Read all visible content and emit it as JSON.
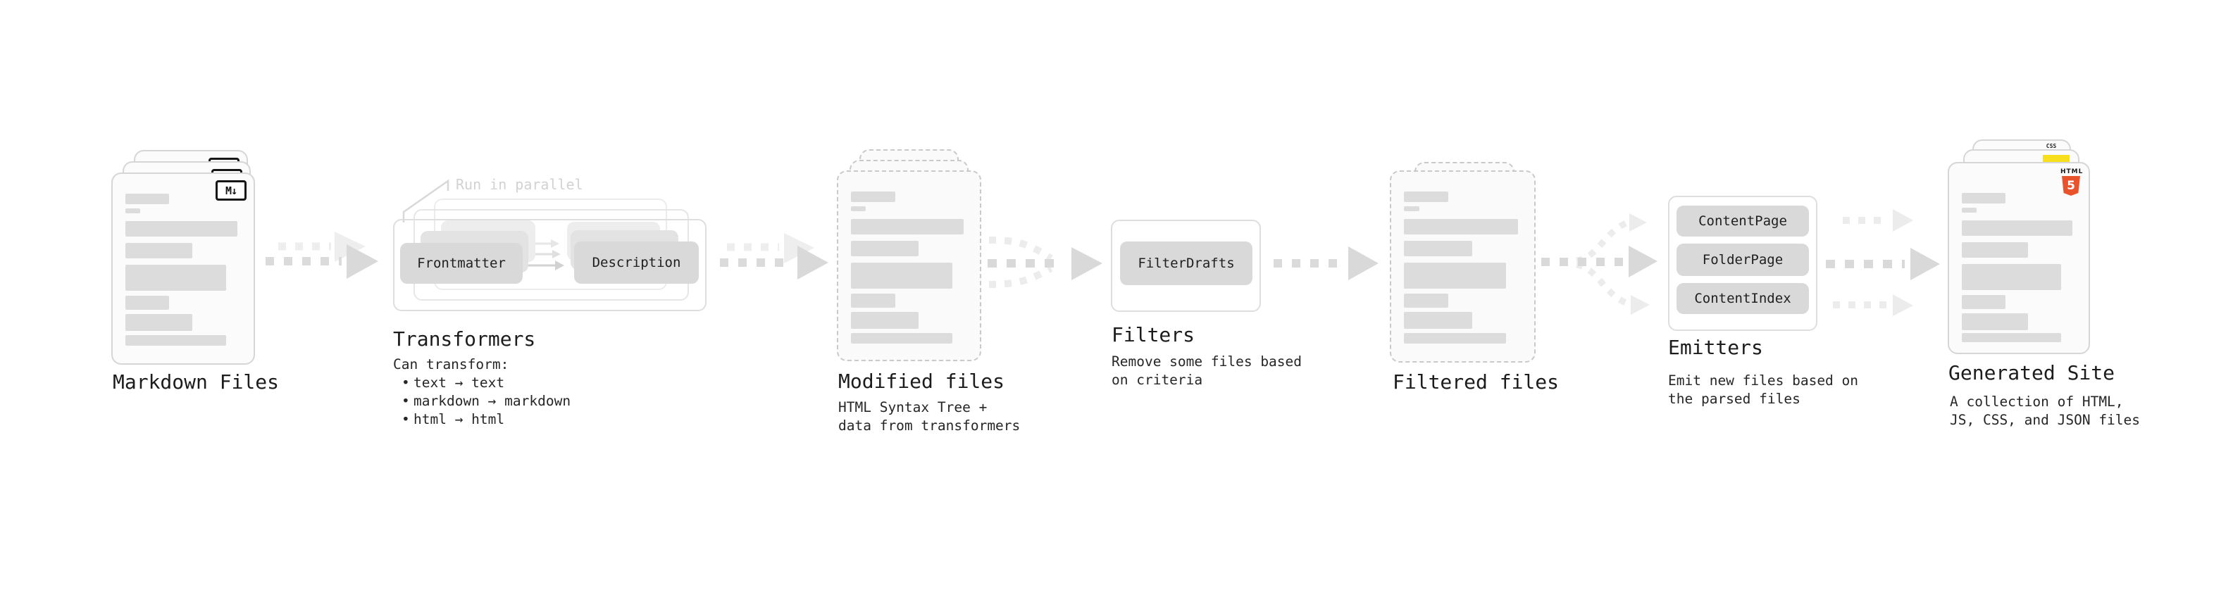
{
  "diagram": {
    "note": "Run in parallel",
    "bullet_char": "•",
    "sections": {
      "markdown": {
        "label": "Markdown Files",
        "badge": "M↓"
      },
      "transformers": {
        "label": "Transformers",
        "pill_left": "Frontmatter",
        "pill_right": "Description",
        "caption_title": "Can transform:",
        "bullets": [
          "text → text",
          "markdown → markdown",
          "html → html"
        ]
      },
      "modified": {
        "label": "Modified files",
        "caption_lines": [
          "HTML Syntax Tree +",
          "data from transformers"
        ]
      },
      "filters": {
        "label": "Filters",
        "pill": "FilterDrafts",
        "caption_lines": [
          "Remove some files based",
          "on criteria"
        ]
      },
      "filtered": {
        "label": "Filtered files"
      },
      "emitters": {
        "label": "Emitters",
        "pills": [
          "ContentPage",
          "FolderPage",
          "ContentIndex"
        ],
        "caption_lines": [
          "Emit new files based on",
          "the parsed files"
        ]
      },
      "generated": {
        "label": "Generated Site",
        "caption_lines": [
          "A collection of HTML,",
          "JS, CSS, and JSON files"
        ],
        "css_badge": "CSS",
        "html_badge_text": "HTML",
        "html_badge_number": "5"
      }
    },
    "colors": {
      "arrow": "#d9d9d9",
      "arrow_light": "#ededed",
      "pill": "#d9d9d9",
      "content_bar": "#dcdcdc",
      "html5_orange": "#e8532c",
      "js_yellow": "#f7df1e",
      "css_blue": "#2965f1"
    }
  }
}
